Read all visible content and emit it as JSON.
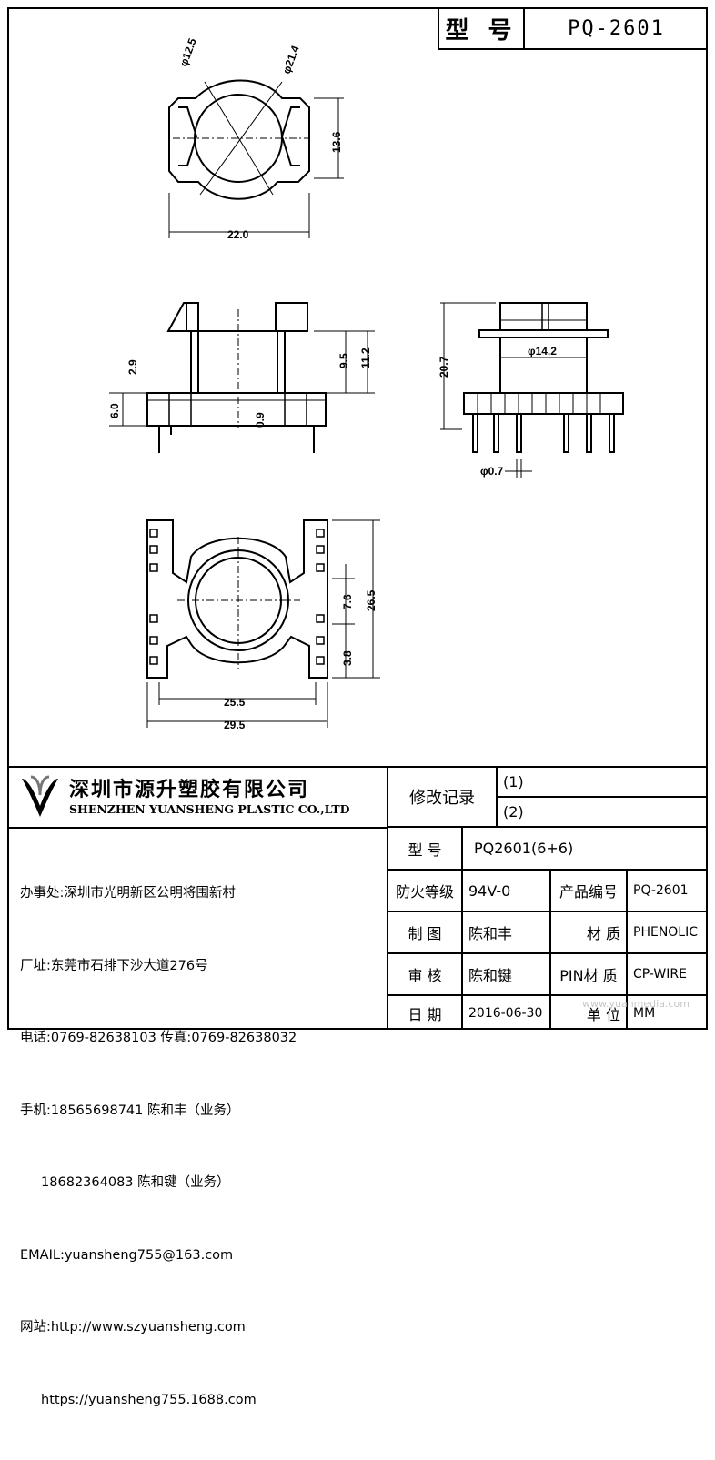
{
  "model_box": {
    "label": "型 号",
    "value": "PQ-2601"
  },
  "dimensions": {
    "top_view": {
      "d1": "φ12.5",
      "d2": "φ21.4",
      "h": "13.6",
      "w": "22.0"
    },
    "front_view": {
      "a": "2.9",
      "b": "6.0",
      "c": "0.9",
      "d": "9.5",
      "e": "11.2"
    },
    "side_view": {
      "h": "20.7",
      "d": "φ14.2",
      "pin": "φ0.7"
    },
    "bottom_view": {
      "a": "7.6",
      "b": "3.8",
      "c": "26.5",
      "w1": "25.5",
      "w2": "29.5"
    }
  },
  "company": {
    "cn_name": "深圳市源升塑胶有限公司",
    "en_name": "SHENZHEN YUANSHENG PLASTIC CO.,LTD",
    "lines": [
      "办事处:深圳市光明新区公明将围新村",
      "厂址:东莞市石排下沙大道276号",
      "电话:0769-82638103 传真:0769-82638032",
      "手机:18565698741 陈和丰（业务）",
      "     18682364083 陈和键（业务）",
      "EMAIL:yuansheng755@163.com",
      "网站:http://www.szyuansheng.com",
      "     https://yuansheng755.1688.com"
    ]
  },
  "revision": {
    "label": "修改记录",
    "r1": "(1)",
    "r2": "(2)"
  },
  "info": {
    "model_label": "型 号",
    "model_value": "PQ2601(6+6)",
    "fire_label": "防火等级",
    "fire_value": "94V-0",
    "product_code_label": "产品编号",
    "product_code_value": "PQ-2601",
    "drawn_label": "制 图",
    "drawn_value": "陈和丰",
    "material_label": "材 质",
    "material_value": "PHENOLIC",
    "review_label": "审 核",
    "review_value": "陈和键",
    "pin_label": "PIN材 质",
    "pin_value": "CP-WIRE",
    "date_label": "日 期",
    "date_value": "2016-06-30",
    "unit_label": "单 位",
    "unit_value": "MM"
  },
  "watermark": "www.yuanmedia.com"
}
